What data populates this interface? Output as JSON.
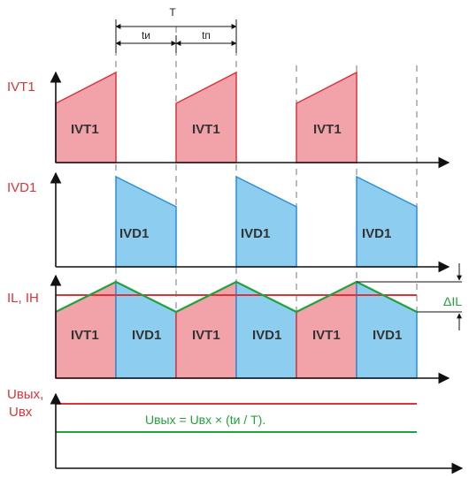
{
  "colors": {
    "red_fill": "#f2a3a9",
    "red_stroke": "#d9343a",
    "blue_fill": "#8ccdf0",
    "blue_stroke": "#2c8fcf",
    "green": "#22a23c",
    "label_red": "#d9343a",
    "label_dark": "#333333"
  },
  "labels": {
    "period": "T",
    "t_on": "tи",
    "t_off": "tп",
    "ivt1_axis": "IVT1",
    "ivd1_axis": "IVD1",
    "il_ih_axis": "IL, IH",
    "delta_il": "ΔIL",
    "uout_axis_1": "Uвых,",
    "uout_axis_2": "Uвх",
    "ivt1": "IVT1",
    "ivd1": "IVD1",
    "formula": "Uвых = Uвх × (tи / T)."
  }
}
